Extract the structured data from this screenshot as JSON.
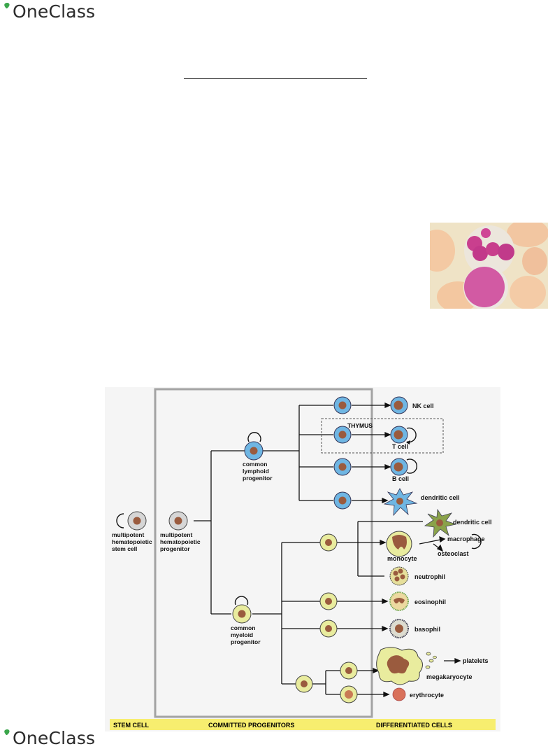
{
  "brand": {
    "name": "OneClass"
  },
  "diagram": {
    "stages": {
      "stem": "STEM CELL",
      "committed": "COMMITTED PROGENITORS",
      "differentiated": "DIFFERENTIATED CELLS"
    },
    "thymus_label": "THYMUS",
    "labels": {
      "mhsc": [
        "multipotent",
        "hematopoietic",
        "stem cell"
      ],
      "mhp": [
        "multipotent",
        "hematopoietic",
        "progenitor"
      ],
      "clp": [
        "common",
        "lymphoid",
        "progenitor"
      ],
      "cmp": [
        "common",
        "myeloid",
        "progenitor"
      ],
      "nk": "NK cell",
      "t": "T cell",
      "b": "B cell",
      "dendritic_lymphoid": "dendritic cell",
      "dendritic_myeloid": "dendritic cell",
      "monocyte": "monocyte",
      "macrophage": "macrophage",
      "osteoclast": "osteoclast",
      "neutrophil": "neutrophil",
      "eosinophil": "eosinophil",
      "basophil": "basophil",
      "platelets": "platelets",
      "megakaryocyte": "megakaryocyte",
      "erythrocyte": "erythrocyte"
    }
  },
  "colors": {
    "lymphoid": "#6fb6e3",
    "myeloid": "#e9ec9e",
    "nucleus": "#9a5b3e",
    "stage_bar": "#f7ee6f",
    "box_border": "#9a9a9a"
  }
}
